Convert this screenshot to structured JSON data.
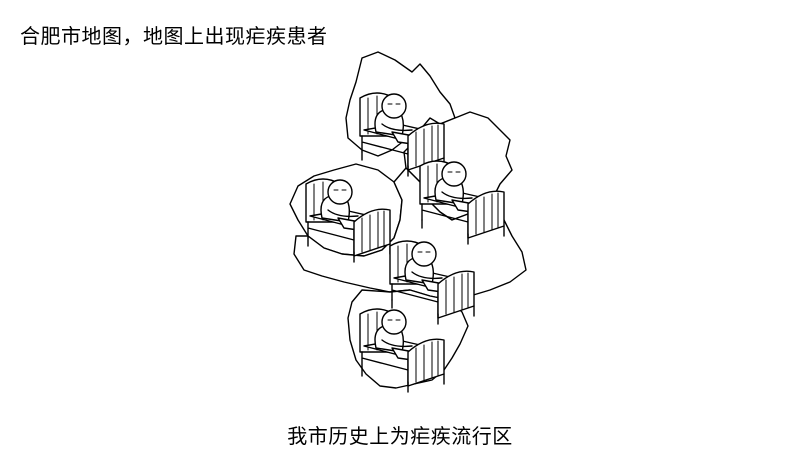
{
  "caption_top": "合肥市地图，地图上出现疟疾患者",
  "caption_bottom": "我市历史上为疟疾流行区",
  "illustration": {
    "subject": "hefei-map-outline-with-patients",
    "patient_count": 5,
    "icons": [
      "map-outline",
      "hospital-bed-icon",
      "patient-icon"
    ]
  }
}
